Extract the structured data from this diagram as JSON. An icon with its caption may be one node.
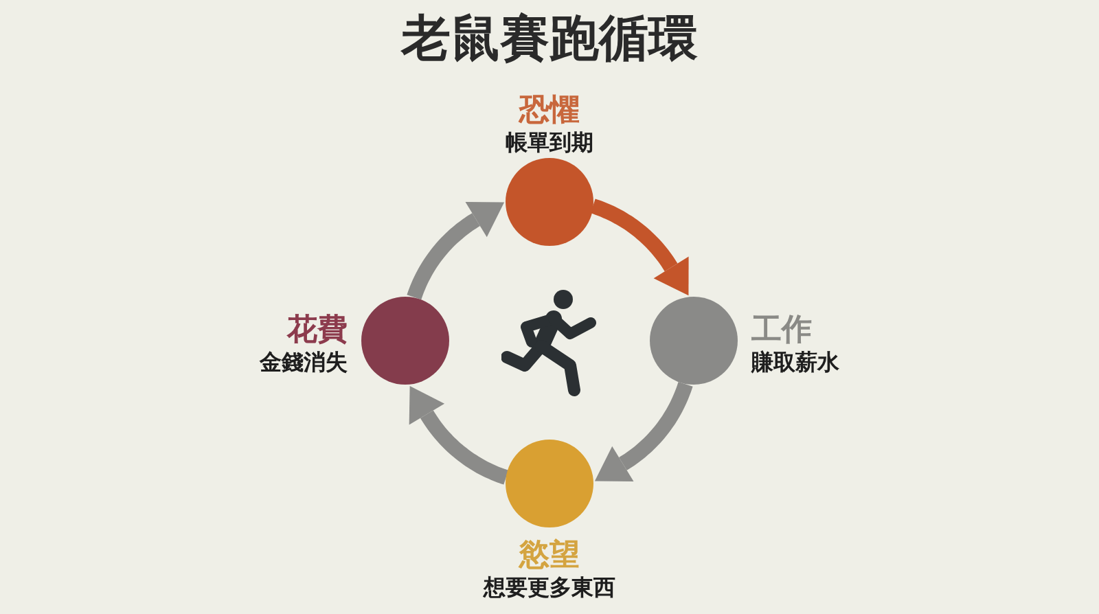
{
  "diagram": {
    "title": "老鼠賽跑循環",
    "nodes": [
      {
        "text": [
          "恐懼",
          "帳單到期"
        ]
      },
      {
        "text": [
          "花費",
          "金錢消失"
        ]
      },
      {
        "text": [
          "工作",
          "賺取薪水"
        ]
      },
      {
        "text": [
          "慾望",
          "想要更多東西"
        ]
      }
    ],
    "edges": [
      {
        "from": 0,
        "to": 2,
        "arrow": "to",
        "color": "#c4552a"
      },
      {
        "from": 2,
        "to": 3,
        "arrow": "to"
      },
      {
        "from": 3,
        "to": 1,
        "arrow": "to"
      },
      {
        "from": 1,
        "to": 0,
        "arrow": "to"
      }
    ]
  }
}
